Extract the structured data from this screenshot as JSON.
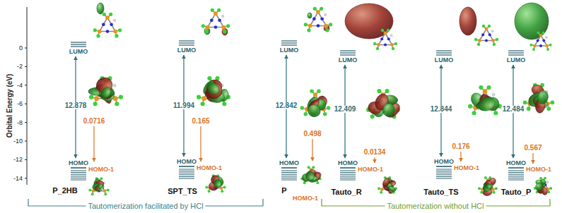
{
  "diagram": {
    "labels": [
      "Orbital Energy (eV)",
      "0",
      "-2",
      "-4",
      "-6",
      "-8",
      "-10",
      "-12",
      "-14",
      "LUMO",
      "12.878",
      "HOMO",
      "HOMO-1",
      "0.0716",
      "P_2HB",
      "LUMO",
      "11.994",
      "HOMO",
      "HOMO-1",
      "0.165",
      "SPT_TS",
      "LUMO",
      "12.842",
      "HOMO",
      "0.498",
      "HOMO-1",
      "P",
      "LUMO",
      "12.409",
      "HOMO",
      "HOMO-1",
      "0.0134",
      "Tauto_R",
      "LUMO",
      "12.844",
      "HOMO",
      "HOMO-1",
      "0.176",
      "Tauto_TS",
      "LUMO",
      "12.484",
      "HOMO",
      "HOMO-1",
      "0.567",
      "Tauto_P",
      "Tautomerization facilitated by HCl",
      "Tautomerization without HCl"
    ]
  }
}
